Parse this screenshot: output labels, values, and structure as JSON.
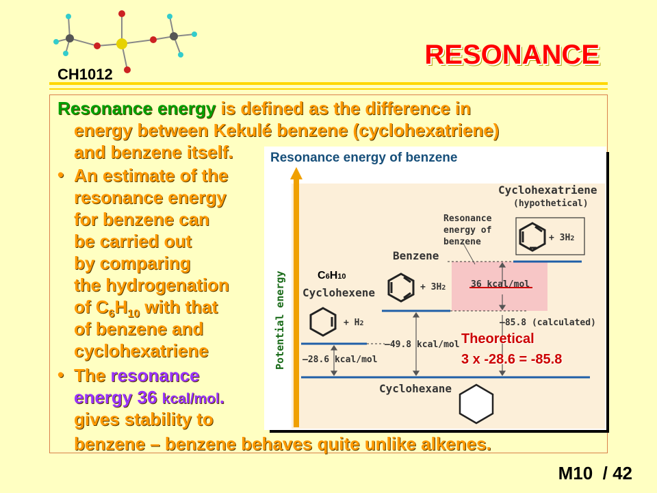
{
  "header": {
    "course_code": "CH1012",
    "title": "RESONANCE"
  },
  "body": {
    "p1_term": "Resonance energy",
    "p1_line1_rest": " is defined as the difference in",
    "p1_line2": "energy between Kekulé benzene (cyclohexatriene)",
    "p1_line3": "and benzene itself.",
    "b1_lines": [
      "An estimate of the",
      "resonance energy",
      "for benzene can",
      "be carried out",
      "by comparing",
      "the hydrogenation"
    ],
    "b1_of": "of C",
    "b1_6": "6",
    "b1_H": "H",
    "b1_10": "10",
    "b1_with": " with that",
    "b1_lines2": [
      "of benzene and",
      "cyclohexatriene"
    ],
    "b2_the": "The ",
    "b2_resonance": "resonance",
    "b2_energy": "energy 36 ",
    "b2_unit": "kcal/mol",
    "b2_dot": ".",
    "b2_gives": "gives stability to",
    "b2_last": "benzene – benzene behaves quite unlike alkenes."
  },
  "figure": {
    "title": "Resonance energy of benzene",
    "y_axis": "Potential energy",
    "cyclohexatriene": "Cyclohexatriene",
    "hypothetical": "(hypothetical)",
    "plus_3h2_a": "+ 3H",
    "resonance_label": [
      "Resonance",
      "energy of",
      "benzene"
    ],
    "benzene": "Benzene",
    "plus_3h2_b": "+ 3H",
    "two": "2",
    "re_value": "36 kcal/mol",
    "calculated": "–85.8 (calculated)",
    "c6h10_C": "C",
    "c6h10_6": "6",
    "c6h10_H": "H",
    "c6h10_10": "10",
    "cyclohexene": "Cyclohexene",
    "plus_h2": "+ H",
    "benz_energy": "–49.8 kcal/mol",
    "hexene_energy": "–28.6 kcal/mol",
    "cyclohexane": "Cyclohexane",
    "theoretical": "Theoretical",
    "calc": "3 x -28.6 = -85.8"
  },
  "footer": {
    "module": "M10",
    "sep": "/",
    "page": "42"
  },
  "colors": {
    "background": "#ffffc2",
    "title": "#ff0000",
    "text": "#ff9900",
    "term": "#00a000",
    "highlight": "#9933ff",
    "level_line": "#1f5fa8",
    "resonance_box": "#f7c6c6"
  }
}
